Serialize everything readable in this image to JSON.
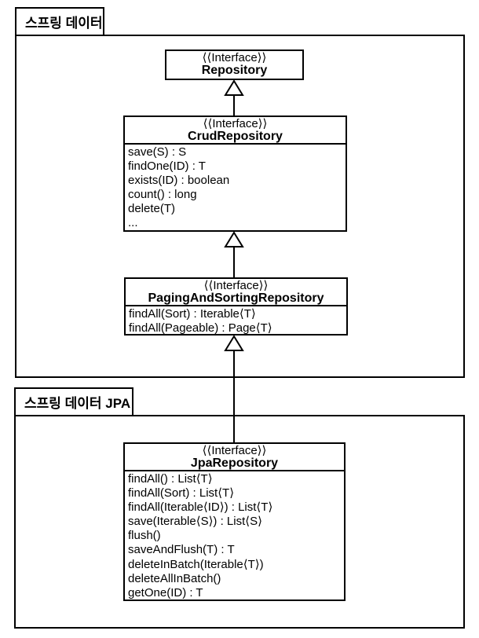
{
  "colors": {
    "line": "#000000",
    "background": "#ffffff"
  },
  "packages": [
    {
      "label": "스프링 데이터"
    },
    {
      "label": "스프링 데이터 JPA"
    }
  ],
  "classes": {
    "repository": {
      "stereotype": "⟨⟨Interface⟩⟩",
      "name": "Repository"
    },
    "crud": {
      "stereotype": "⟨⟨Interface⟩⟩",
      "name": "CrudRepository",
      "methods": [
        "save(S) : S",
        "findOne(ID) : T",
        "exists(ID) : boolean",
        "count() : long",
        "delete(T)",
        "..."
      ]
    },
    "paging": {
      "stereotype": "⟨⟨Interface⟩⟩",
      "name": "PagingAndSortingRepository",
      "methods": [
        "findAll(Sort) : Iterable⟨T⟩",
        "findAll(Pageable) : Page⟨T⟩"
      ]
    },
    "jpa": {
      "stereotype": "⟨⟨Interface⟩⟩",
      "name": "JpaRepository",
      "methods": [
        "findAll() : List⟨T⟩",
        "findAll(Sort) : List⟨T⟩",
        "findAll(Iterable⟨ID⟩) : List⟨T⟩",
        "save(Iterable⟨S⟩) : List⟨S⟩",
        "flush()",
        "saveAndFlush(T) : T",
        "deleteInBatch(Iterable⟨T⟩)",
        "deleteAllInBatch()",
        "getOne(ID) : T"
      ]
    }
  }
}
